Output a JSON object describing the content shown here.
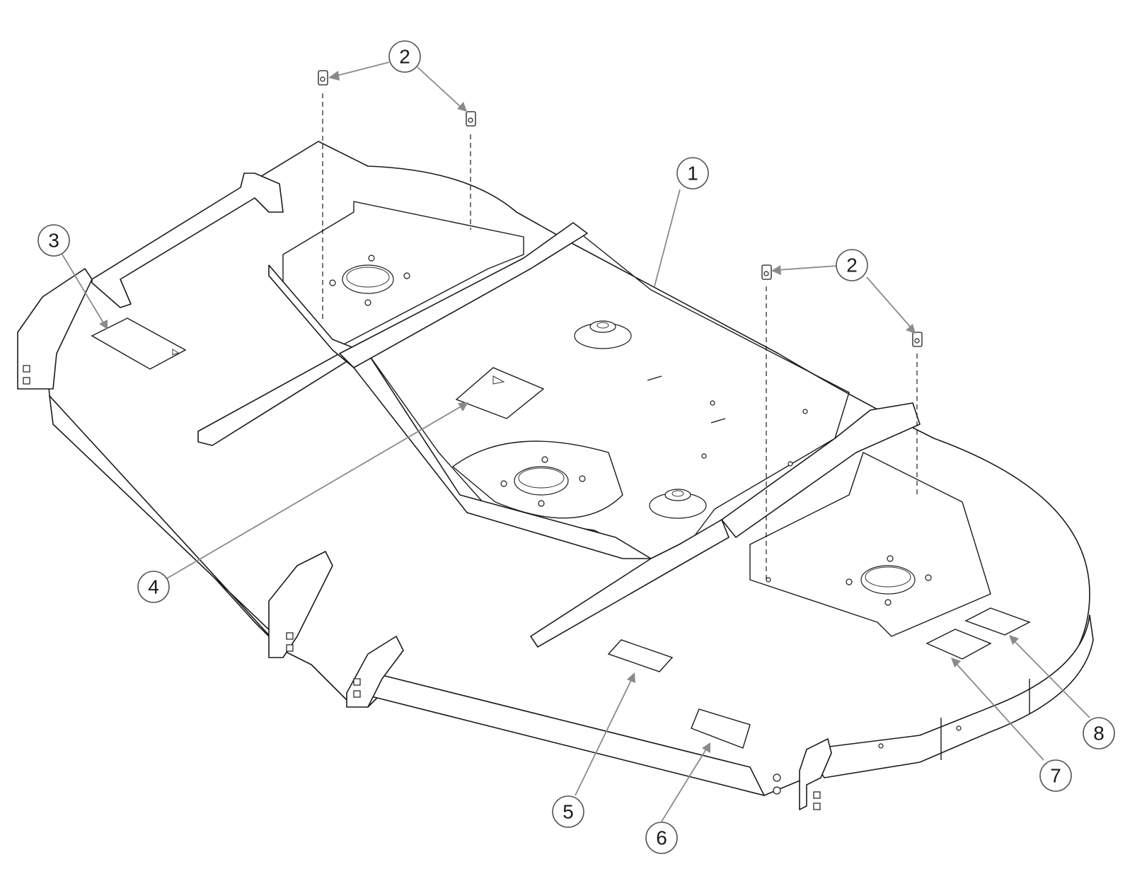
{
  "callouts": [
    {
      "label": "1"
    },
    {
      "label": "2"
    },
    {
      "label": "2"
    },
    {
      "label": "3"
    },
    {
      "label": "4"
    },
    {
      "label": "5"
    },
    {
      "label": "6"
    },
    {
      "label": "7"
    },
    {
      "label": "8"
    }
  ],
  "colors": {
    "line": "#1a1a1a",
    "leader": "#8a8a8a",
    "background": "#ffffff"
  }
}
